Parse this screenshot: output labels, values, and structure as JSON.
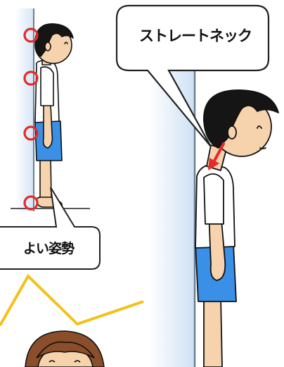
{
  "labels": {
    "straight_neck": "ストレートネック",
    "good_posture": "よい姿勢"
  },
  "colors": {
    "wall_blue": "#d6e6f7",
    "wall_edge": "#6e7e8e",
    "shorts_blue": "#3a8fe6",
    "skin": "#f6d3ad",
    "hair": "#151515",
    "marker_red": "#e52a2a",
    "zigzag_yellow": "#f2c21a",
    "girl_hair": "#8a4f2a"
  },
  "icons": {
    "check_points": "red-circle-marker",
    "neck_indicator": "red-arrow-icon"
  }
}
